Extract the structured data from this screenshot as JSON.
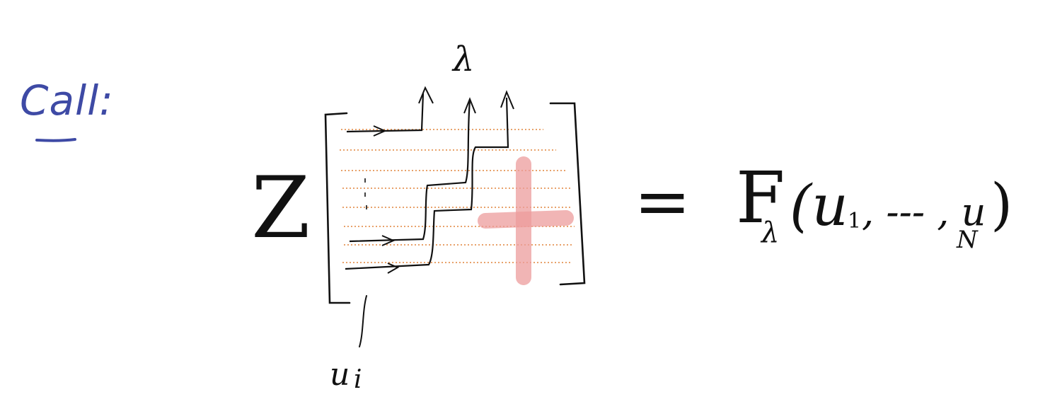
{
  "title": {
    "text": "Call:",
    "color": "#3e4aa5"
  },
  "lhs": {
    "partition_function": "Z",
    "top_label": "λ",
    "bottom_label": "u",
    "bottom_label_sub": "i"
  },
  "rhs": {
    "equals": "=",
    "function": "F",
    "function_sub": "λ",
    "args_prefix": "(u",
    "arg1_sub": "1",
    "args_dots": ", --- , u",
    "argN_sub": "N",
    "args_close": ")"
  },
  "colors": {
    "ink": "#111111",
    "grid_lines": "#e0833a",
    "cross_mark": "#ec9c9c",
    "accent": "#3e4aa5"
  },
  "icons": [
    "cross-mark-icon",
    "arrow-right-icon",
    "arrow-up-icon"
  ]
}
